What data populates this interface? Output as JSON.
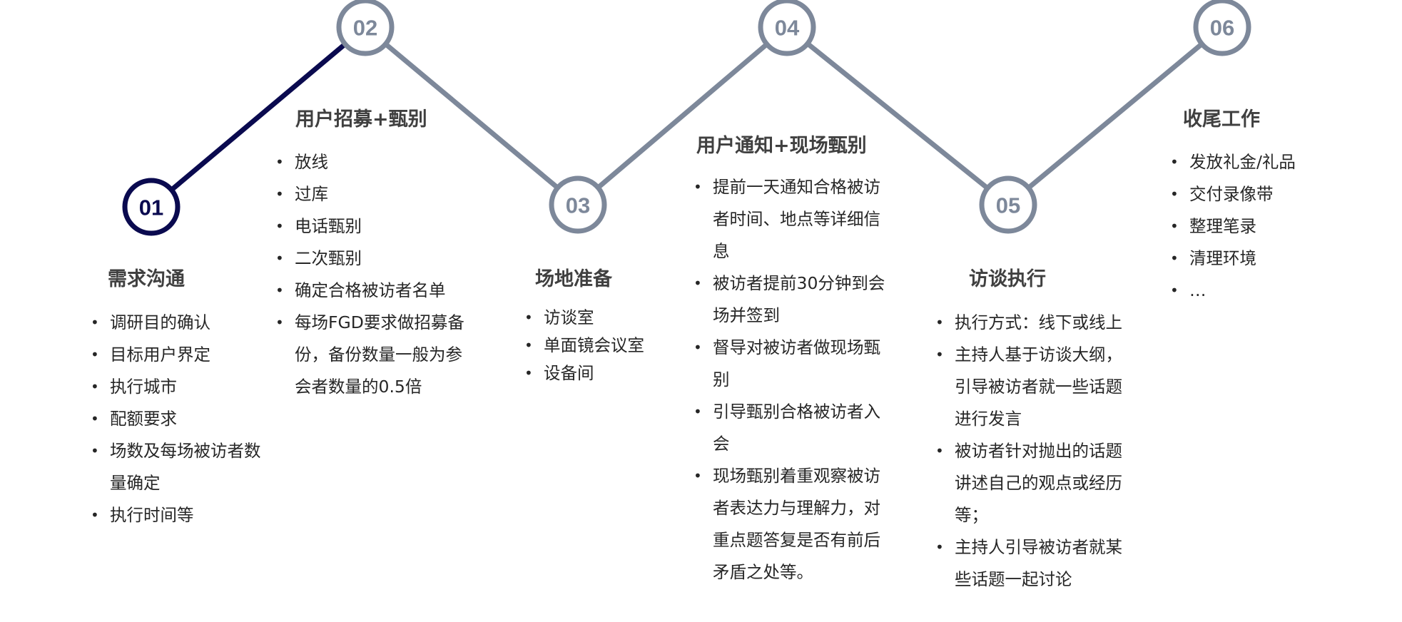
{
  "colors": {
    "active": "#0a0a4f",
    "inactive": "#7d889a",
    "title": "#404040",
    "text": "#262626"
  },
  "stages": [
    {
      "number": "01",
      "title": "需求沟通",
      "items": [
        "调研目的确认",
        "目标用户界定",
        "执行城市",
        "配额要求",
        "场数及每场被访者数量确定",
        "执行时间等"
      ]
    },
    {
      "number": "02",
      "title": "用户招募+甄别",
      "items": [
        "放线",
        "过库",
        "电话甄别",
        "二次甄别",
        "确定合格被访者名单",
        "每场FGD要求做招募备份，备份数量一般为参会者数量的0.5倍"
      ]
    },
    {
      "number": "03",
      "title": "场地准备",
      "items": [
        "访谈室",
        "单面镜会议室",
        "设备间"
      ]
    },
    {
      "number": "04",
      "title": "用户通知+现场甄别",
      "items": [
        "提前一天通知合格被访者时间、地点等详细信息",
        "被访者提前30分钟到会场并签到",
        "督导对被访者做现场甄别",
        "引导甄别合格被访者入会",
        "现场甄别着重观察被访者表达力与理解力，对重点题答复是否有前后矛盾之处等。"
      ]
    },
    {
      "number": "05",
      "title": "访谈执行",
      "items": [
        "执行方式：线下或线上",
        "主持人基于访谈大纲，引导被访者就一些话题进行发言",
        "被访者针对抛出的话题讲述自己的观点或经历等；",
        "主持人引导被访者就某些话题一起讨论"
      ]
    },
    {
      "number": "06",
      "title": "收尾工作",
      "items": [
        "发放礼金/礼品",
        "交付录像带",
        "整理笔录",
        "清理环境",
        "…"
      ]
    }
  ]
}
